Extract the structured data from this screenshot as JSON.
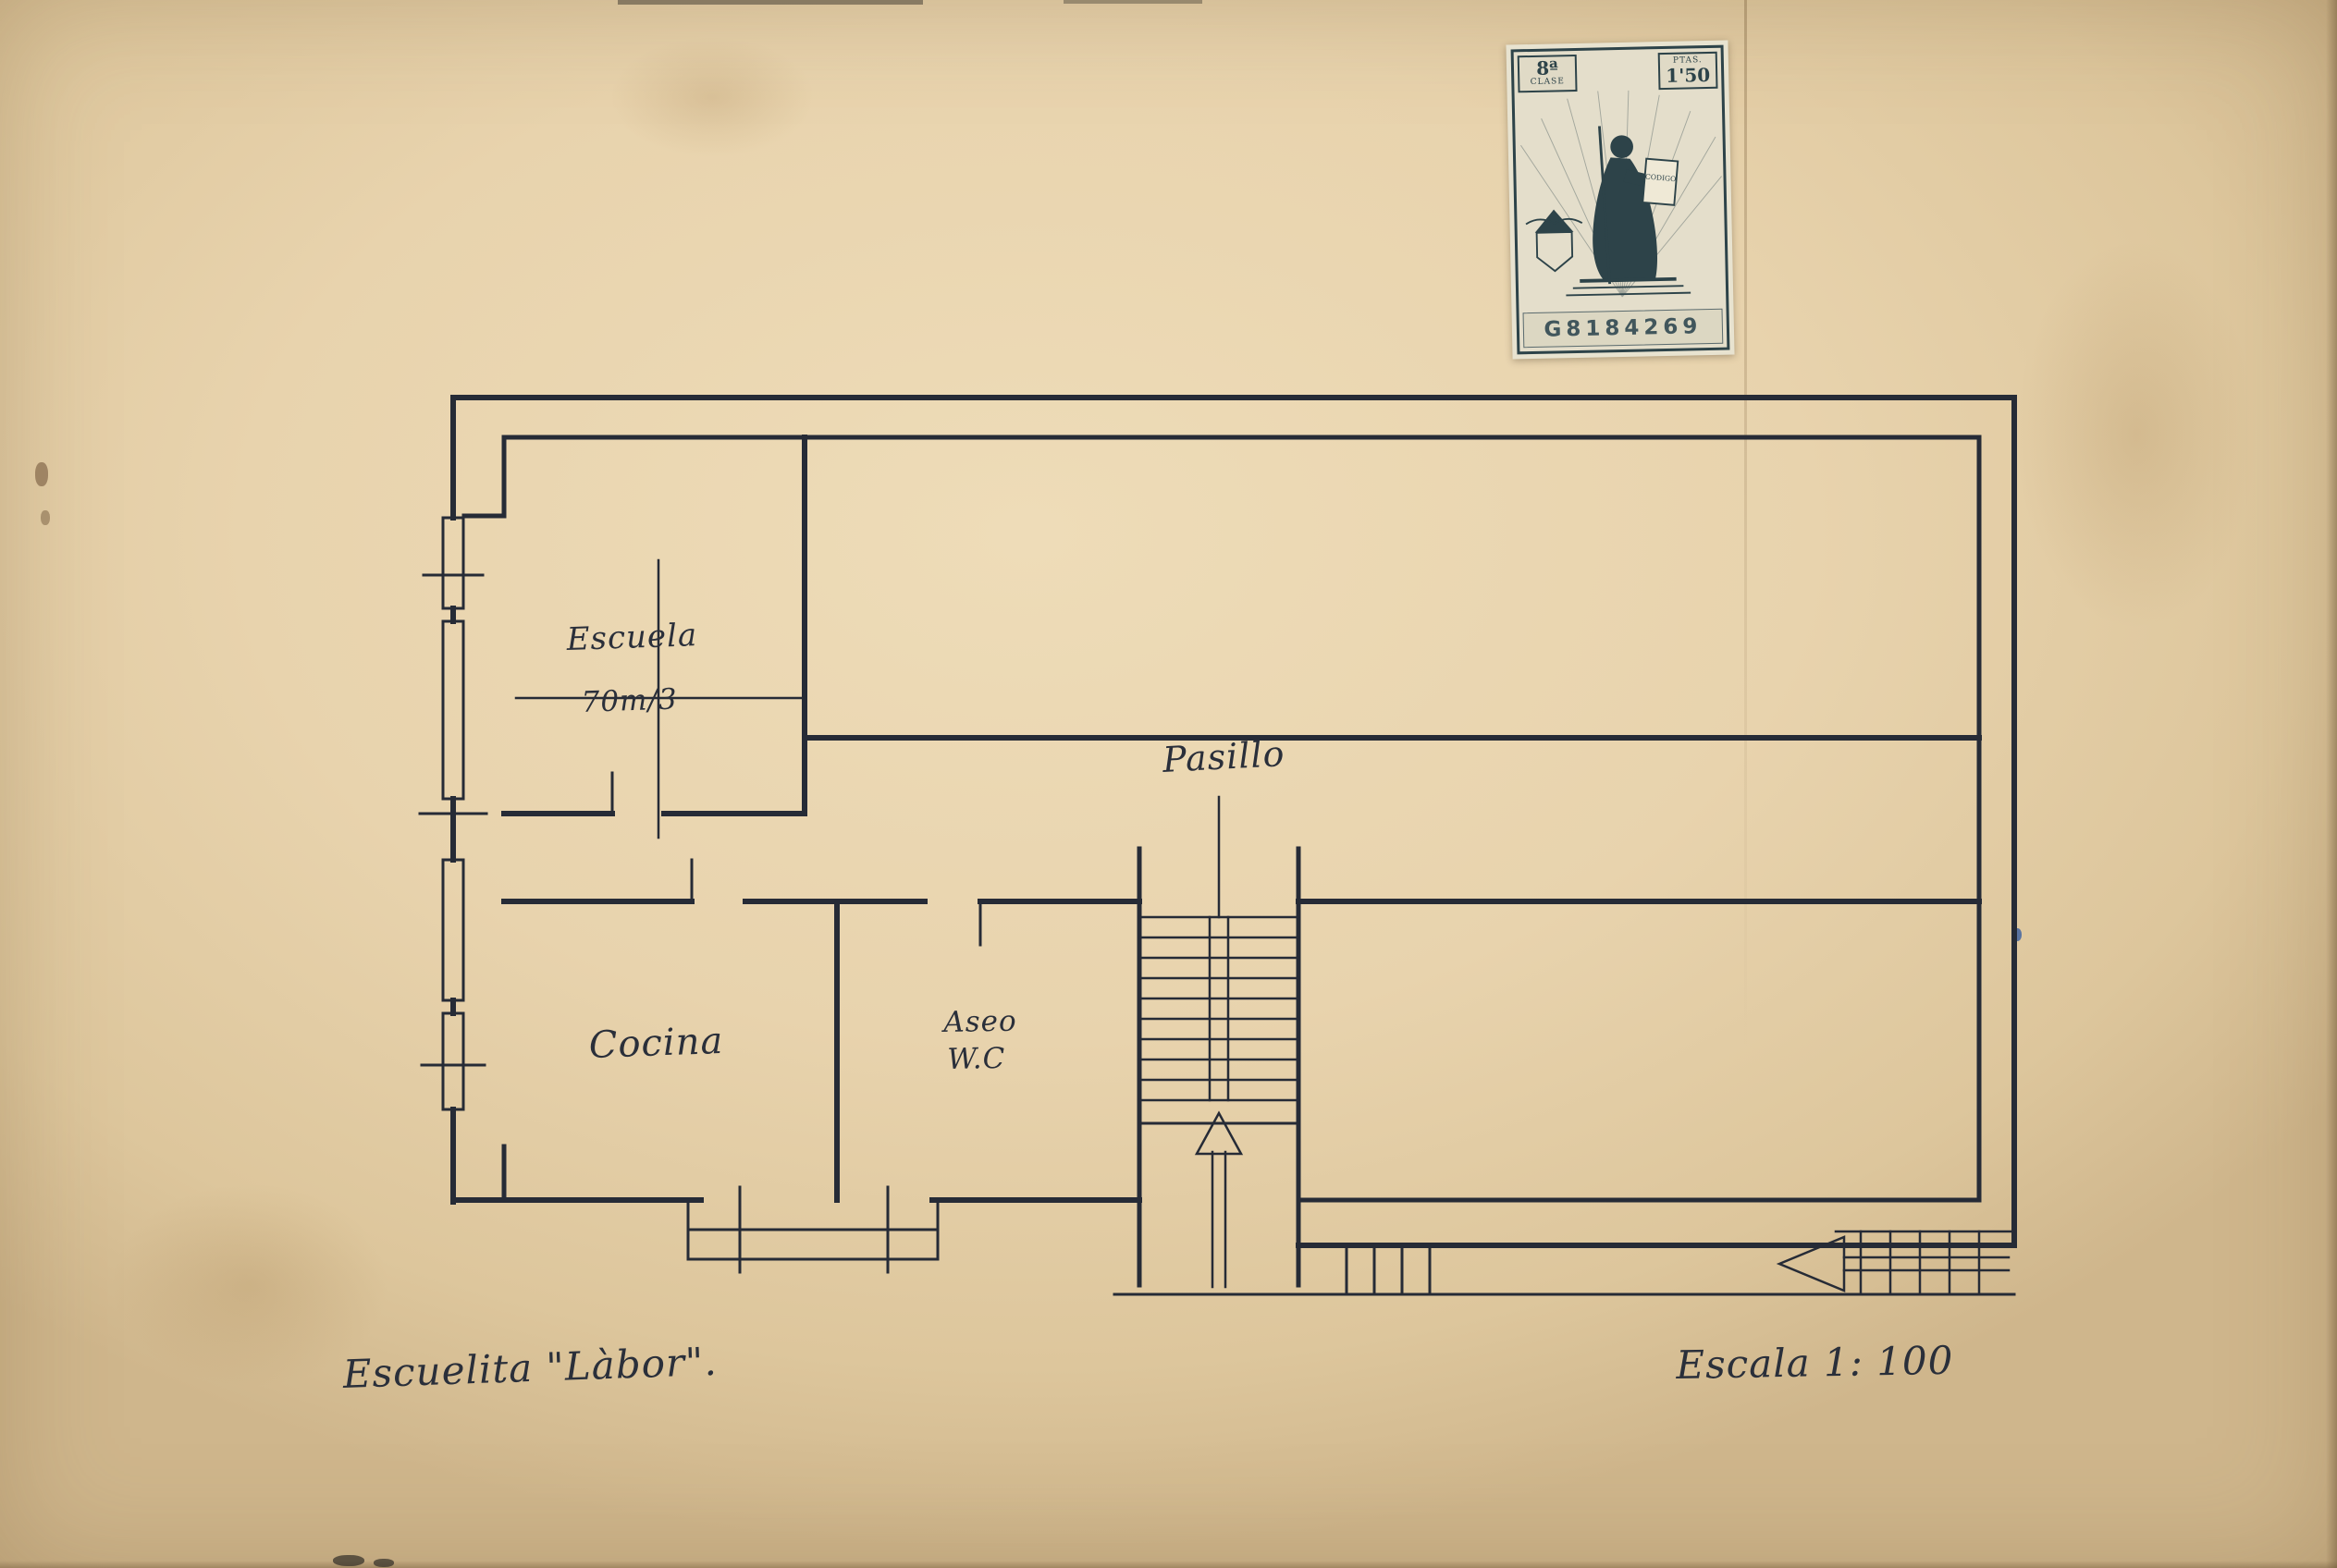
{
  "stamp": {
    "class_value": "8ª",
    "class_label": "CLASE",
    "ptas_label": "PTAS.",
    "ptas_value": "1'50",
    "plaque_text": "CODIGO",
    "serial": "G8184269",
    "ink_color": "#2d4349"
  },
  "plan": {
    "ink_color": "#262b36",
    "rooms": {
      "escuela": {
        "label": "Escuela",
        "area": "70m/3"
      },
      "pasillo": {
        "label": "Pasillo"
      },
      "cocina": {
        "label": "Cocina"
      },
      "aseo": {
        "label": "Aseo",
        "sublabel": "W.C"
      }
    }
  },
  "captions": {
    "title": "Escuelita \"Làbor\".",
    "scale": "Escala 1: 100"
  },
  "paper_color": "#e7d2ab"
}
